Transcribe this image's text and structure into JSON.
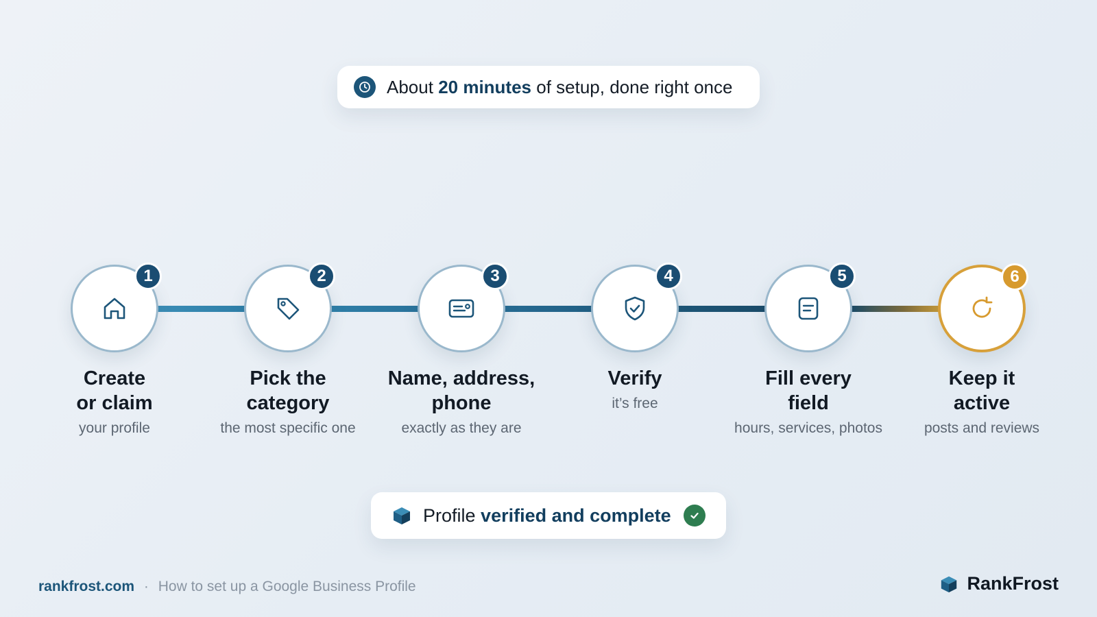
{
  "header": {
    "prefix": "About",
    "highlight": "20 minutes",
    "suffix": "of setup, done right once",
    "icon": "clock-icon"
  },
  "steps": [
    {
      "number": "1",
      "title_line1": "Create",
      "title_line2": "or claim",
      "subtitle": "your profile",
      "icon": "home-icon"
    },
    {
      "number": "2",
      "title_line1": "Pick the",
      "title_line2": "category",
      "subtitle": "the most specific one",
      "icon": "tag-icon"
    },
    {
      "number": "3",
      "title_line1": "Name, address,",
      "title_line2": "phone",
      "subtitle": "exactly as they are",
      "icon": "id-card-icon"
    },
    {
      "number": "4",
      "title_line1": "Verify",
      "title_line2": "",
      "subtitle": "it’s free",
      "icon": "shield-check-icon"
    },
    {
      "number": "5",
      "title_line1": "Fill every",
      "title_line2": "field",
      "subtitle": "hours, services, photos",
      "icon": "document-icon"
    },
    {
      "number": "6",
      "title_line1": "Keep it",
      "title_line2": "active",
      "subtitle": "posts and reviews",
      "icon": "refresh-icon"
    }
  ],
  "result": {
    "prefix": "Profile",
    "highlight": "verified and complete",
    "icon": "cube-icon",
    "status_icon": "check-circle-icon"
  },
  "footer": {
    "domain": "rankfrost.com",
    "separator": "·",
    "caption": "How to set up a Google Business Profile",
    "brand": "RankFrost"
  },
  "colors": {
    "primary": "#1a4d72",
    "accent_gold": "#d79a2e",
    "success": "#2e7d50",
    "ring": "#9ab8cc"
  }
}
